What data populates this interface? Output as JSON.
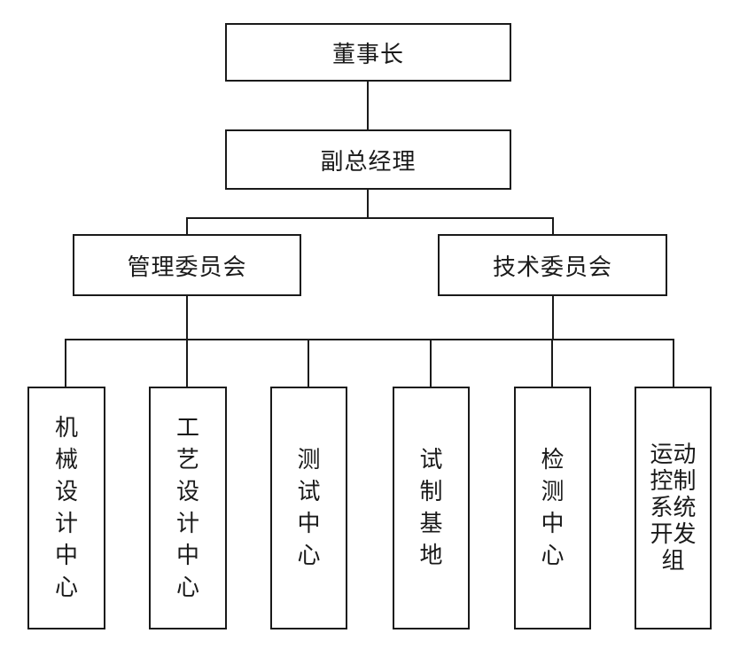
{
  "org_chart": {
    "chairman": "董事长",
    "deputy_gm": "副总经理",
    "committees": {
      "management": "管理委员会",
      "technical": "技术委员会"
    },
    "centers": [
      "机\n械\n设\n计\n中\n心",
      "工\n艺\n设\n计\n中\n心",
      "测\n试\n中\n心",
      "试\n制\n基\n地",
      "检\n测\n中\n心",
      "运动\n控制\n系统\n开发\n组"
    ]
  }
}
